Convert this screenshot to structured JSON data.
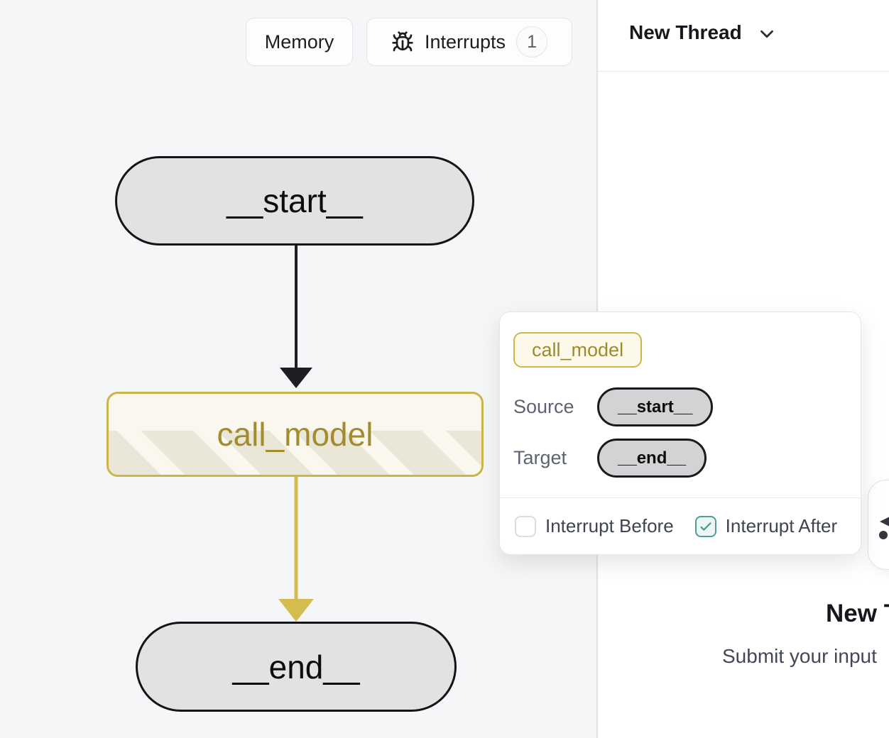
{
  "toolbar": {
    "memory_label": "Memory",
    "interrupts_label": "Interrupts",
    "interrupts_count": "1",
    "icons": {
      "interrupts": "bug-icon"
    }
  },
  "graph": {
    "nodes": {
      "start": {
        "label": "__start__",
        "shape": "pill",
        "fill": "#e2e2e3",
        "border": "#131417"
      },
      "call_model": {
        "label": "call_model",
        "shape": "rounded-rect",
        "fill": "#faf8ee",
        "stripe": "#ebe7d8",
        "border": "#c9b54a",
        "text": "#a28c2f"
      },
      "end": {
        "label": "__end__",
        "shape": "pill",
        "fill": "#e2e2e3",
        "border": "#131417"
      }
    },
    "edges": [
      {
        "from": "__start__",
        "to": "call_model",
        "color": "#1e1e22"
      },
      {
        "from": "call_model",
        "to": "__end__",
        "color": "#d5bc4f"
      }
    ]
  },
  "popover": {
    "node_tag": "call_model",
    "rows": [
      {
        "label": "Source",
        "value": "__start__"
      },
      {
        "label": "Target",
        "value": "__end__"
      }
    ],
    "interrupt_before": {
      "label": "Interrupt Before",
      "checked": false
    },
    "interrupt_after": {
      "label": "Interrupt After",
      "checked": true
    },
    "accent_color": "#ccb64d",
    "checked_color": "#4a9e98"
  },
  "thread_panel": {
    "title": "New Thread",
    "empty_state": {
      "heading": "New Thread",
      "subtext": "Submit your input"
    }
  }
}
